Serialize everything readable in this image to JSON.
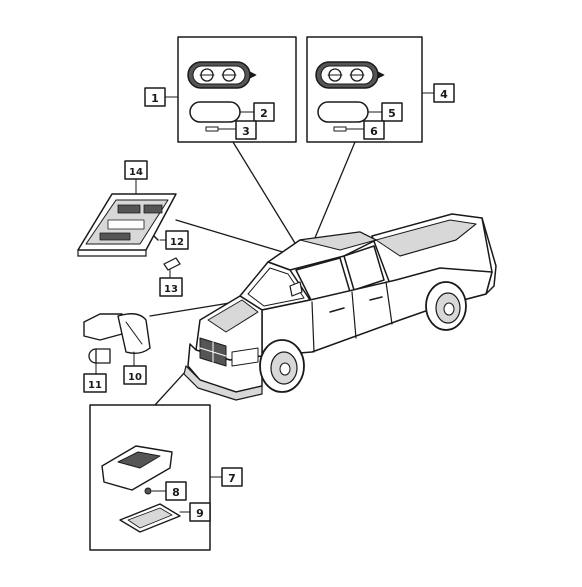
{
  "callouts": {
    "c1": "1",
    "c2": "2",
    "c3": "3",
    "c4": "4",
    "c5": "5",
    "c6": "6",
    "c7": "7",
    "c8": "8",
    "c9": "9",
    "c10": "10",
    "c11": "11",
    "c12": "12",
    "c13": "13",
    "c14": "14"
  },
  "colors": {
    "line": "#1a1a1a",
    "fill_light": "#ffffff",
    "fill_gray": "#d8d8d8",
    "fill_dark": "#555555"
  }
}
